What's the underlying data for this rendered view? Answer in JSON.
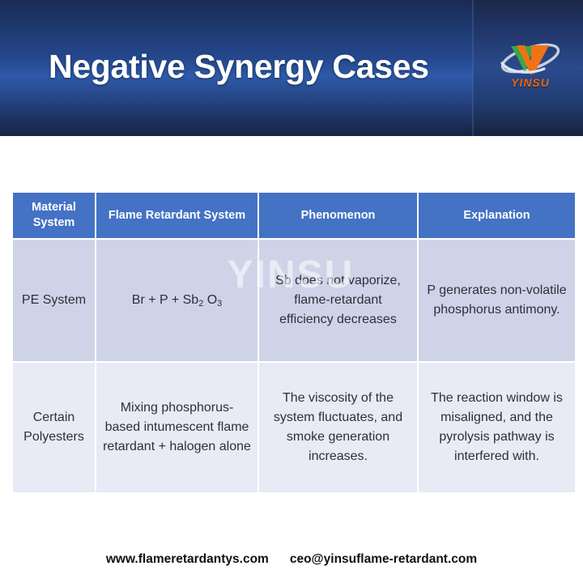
{
  "header": {
    "title": "Negative Synergy Cases",
    "logo": {
      "wordmark": "YINSU",
      "icon_name": "yinsu-v-orbit-logo",
      "green_hex": "#3aa845",
      "orange_hex": "#ef7316",
      "swoosh_hex": "#c9d3e2"
    },
    "background_hex": "#24478c"
  },
  "watermark": {
    "text": "YINSU"
  },
  "table": {
    "header_bg_hex": "#4472c4",
    "row_a_bg_hex": "#ced3e8",
    "row_b_bg_hex": "#e8eaf5",
    "columns": [
      "Material System",
      "Flame Retardant System",
      "Phenomenon",
      "Explanation"
    ],
    "rows": [
      {
        "material_system": "PE System",
        "flame_retardant_system_prefix": "Br + P + Sb",
        "flame_retardant_system_sub1": "2",
        "flame_retardant_system_mid": " O",
        "flame_retardant_system_sub2": "3",
        "flame_retardant_system_plain": "Br + P + Sb2 O3",
        "phenomenon": "Sb does not vaporize, flame-retardant efficiency decreases",
        "explanation": "P generates non-volatile phosphorus antimony."
      },
      {
        "material_system": "Certain Polyesters",
        "flame_retardant_system_plain": "Mixing phosphorus-based intumescent flame retardant + halogen alone",
        "phenomenon": "The viscosity of the system fluctuates, and smoke generation increases.",
        "explanation": "The reaction window is misaligned, and the pyrolysis pathway is interfered with."
      }
    ]
  },
  "footer": {
    "website": "www.flameretardantys.com",
    "email": "ceo@yinsuflame-retardant.com"
  }
}
